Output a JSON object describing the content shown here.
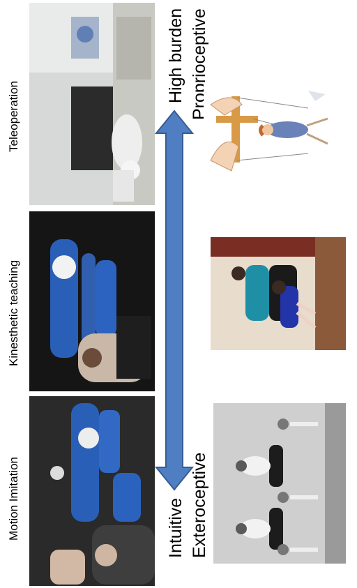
{
  "panels": {
    "teleoperation": "Teleoperation",
    "kinesthetic": "Kinesthetic teaching",
    "motion_imitation": "Motion Imitation"
  },
  "axis": {
    "top_line1": "High burden",
    "top_line2": "Proprioceptive",
    "bottom_line1": "Intuitive",
    "bottom_line2": "Exteroceptive",
    "arrow_color": "#4f7ec3",
    "arrow_border": "#365d93"
  }
}
